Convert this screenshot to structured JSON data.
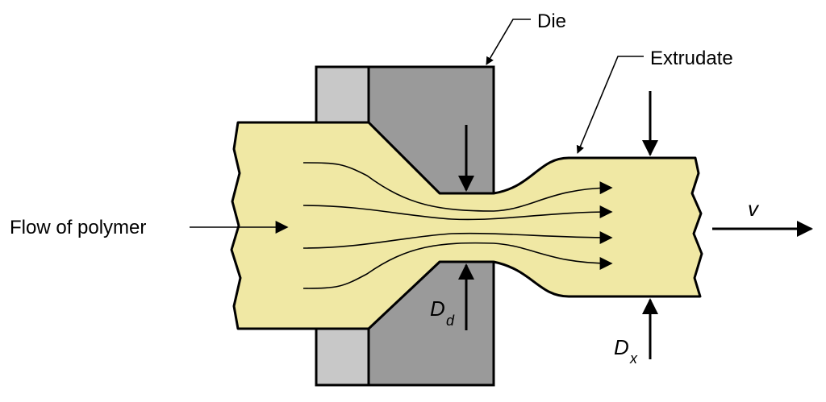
{
  "labels": {
    "die": "Die",
    "extrudate": "Extrudate",
    "flow_of_polymer": "Flow of polymer",
    "velocity": "v",
    "die_diameter": {
      "main": "D",
      "sub": "d"
    },
    "extrudate_diameter": {
      "main": "D",
      "sub": "x"
    }
  },
  "colors": {
    "polymer": "#f0e8a4",
    "die_dark": "#9a9a9a",
    "die_light": "#c8c8c8",
    "outline": "#000000"
  }
}
